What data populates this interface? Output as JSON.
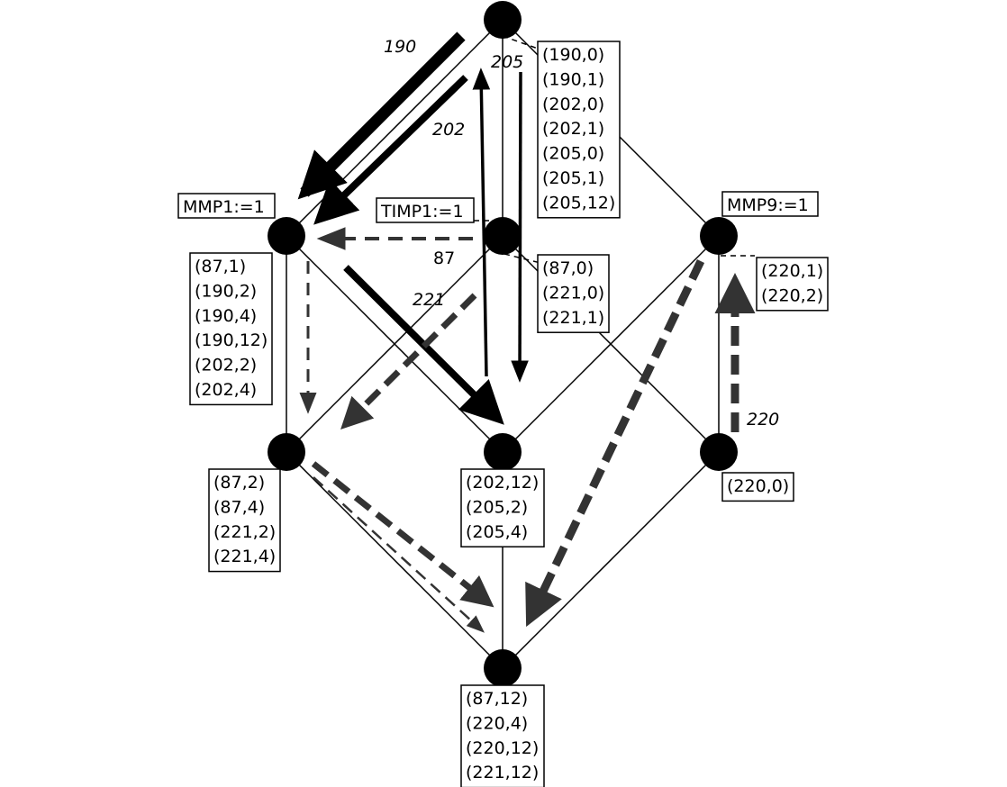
{
  "diagram": {
    "node_labels": {
      "mmp1": "MMP1:=1",
      "timp1": "TIMP1:=1",
      "mmp9": "MMP9:=1"
    },
    "state_boxes": {
      "top": [
        "(190,0)",
        "(190,1)",
        "(202,0)",
        "(202,1)",
        "(205,0)",
        "(205,1)",
        "(205,12)"
      ],
      "mmp1": [
        "(87,1)",
        "(190,2)",
        "(190,4)",
        "(190,12)",
        "(202,2)",
        "(202,4)"
      ],
      "timp1": [
        "(87,0)",
        "(221,0)",
        "(221,1)"
      ],
      "mmp9": [
        "(220,1)",
        "(220,2)"
      ],
      "bl": [
        "(87,2)",
        "(87,4)",
        "(221,2)",
        "(221,4)"
      ],
      "bm": [
        "(202,12)",
        "(205,2)",
        "(205,4)"
      ],
      "br": [
        "(220,0)"
      ],
      "bottom": [
        "(87,12)",
        "(220,4)",
        "(220,12)",
        "(221,12)"
      ]
    },
    "edge_labels": {
      "e190": "190",
      "e202": "202",
      "e205": "205",
      "e87": "87",
      "e221": "221",
      "e220": "220"
    }
  }
}
